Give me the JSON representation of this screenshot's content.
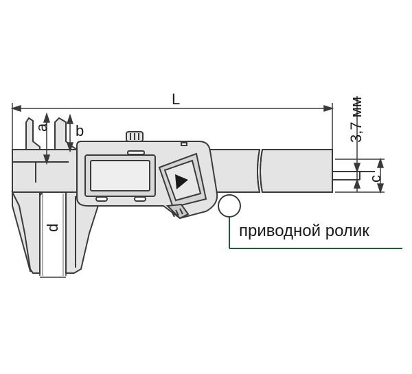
{
  "diagram": {
    "colors": {
      "line": "#3a3a3a",
      "body_fill": "#e4e4e4",
      "body_dark": "#c9c9c9",
      "screen_fill": "#dadada",
      "callout": "#1e5c3a",
      "background": "#ffffff"
    },
    "dimensions": {
      "length_label": "L",
      "jaw_a_label": "a",
      "jaw_b_label": "b",
      "depth_label": "d",
      "rod_label": "c",
      "rod_size_label": "3,7 мм"
    },
    "callout": {
      "label": "приводной ролик",
      "icon": "thumb-roller-icon"
    },
    "button_icon": "play-triangle-icon"
  }
}
